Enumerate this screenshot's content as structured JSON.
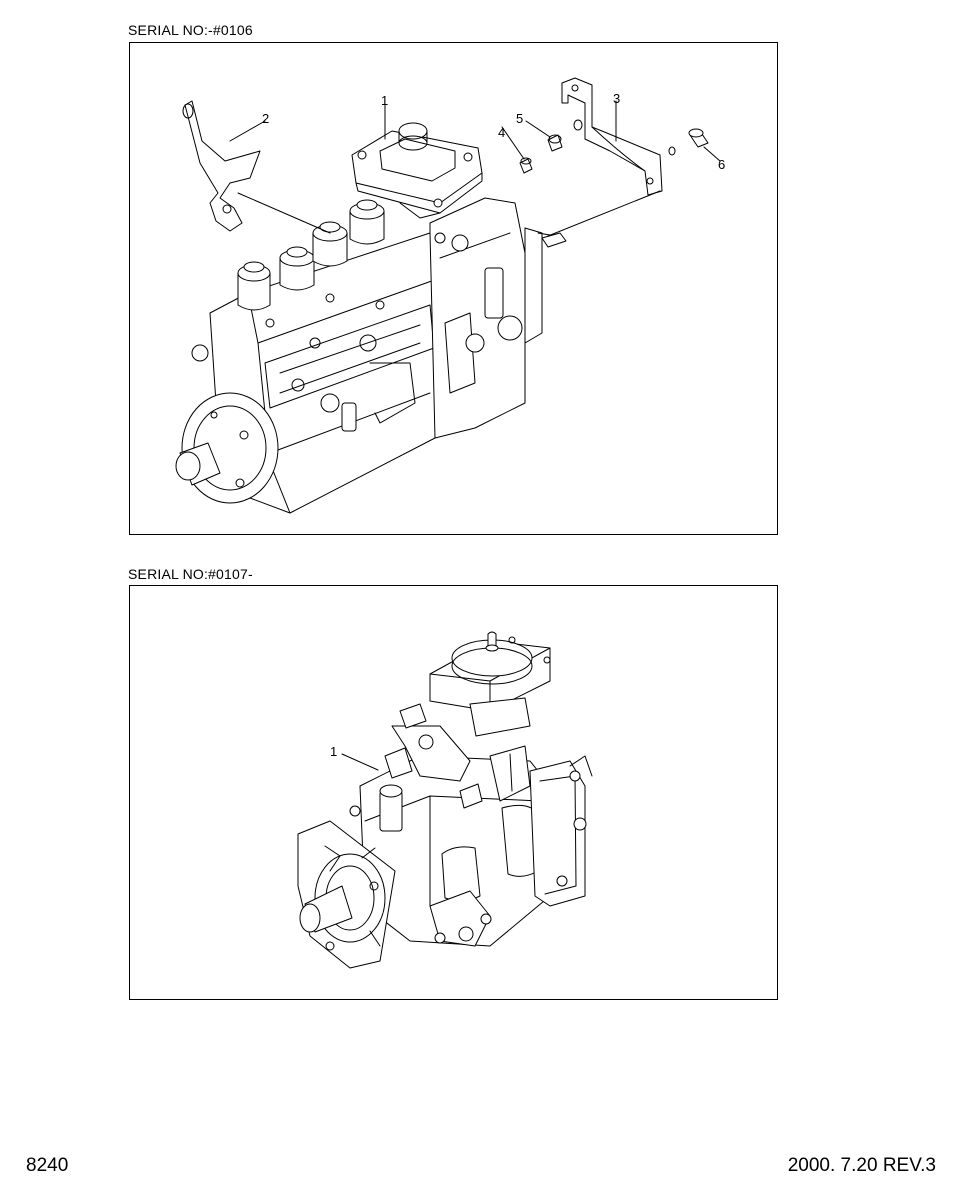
{
  "top_diagram": {
    "serial_label": "SERIAL NO:-#0106",
    "callouts": [
      "1",
      "2",
      "3",
      "4",
      "5",
      "6"
    ]
  },
  "bottom_diagram": {
    "serial_label": "SERIAL NO:#0107-",
    "callouts": [
      "1"
    ]
  },
  "footer": {
    "page_number": "8240",
    "revision": "2000. 7.20 REV.3"
  }
}
